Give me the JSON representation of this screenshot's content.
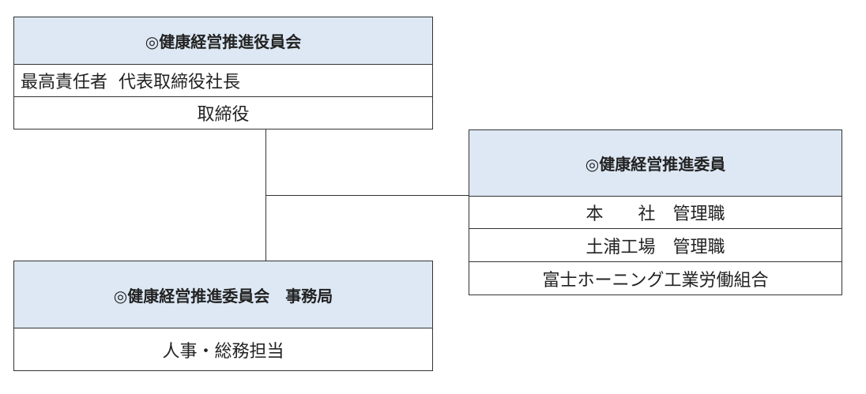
{
  "board": {
    "title": "◎健康経営推進役員会",
    "rows": [
      "最高責任者  代表取締役社長",
      "取締役"
    ]
  },
  "committee": {
    "title": "◎健康経営推進委員",
    "rows": [
      "本　　社　管理職",
      "土浦工場　管理職",
      "富士ホーニング工業労働組合"
    ]
  },
  "secretariat": {
    "title": "◎健康経営推進委員会　事務局",
    "rows": [
      "人事・総務担当"
    ]
  },
  "colors": {
    "header_fill": "#dde8f4",
    "border": "#333333"
  }
}
